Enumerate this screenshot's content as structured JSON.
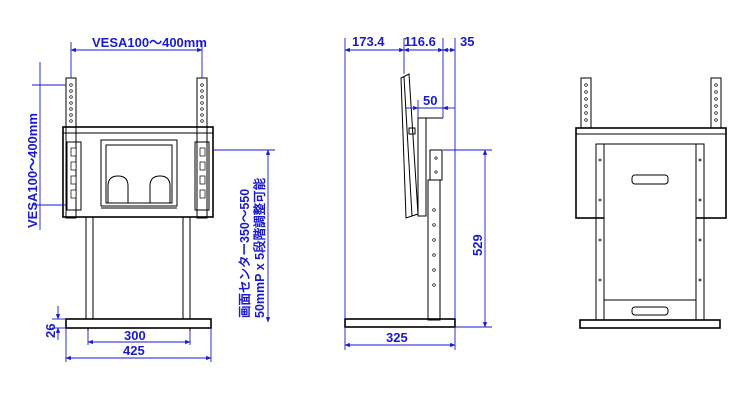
{
  "front_view": {
    "vesa_horizontal": "VESA100～400mm",
    "vesa_vertical": "VESA100～400mm",
    "height_adjust_line1": "画面センター350～550",
    "height_adjust_line2": "50mmP x 5段階調整可能",
    "base_height": "26",
    "inner_width": "300",
    "base_width": "425"
  },
  "side_view": {
    "dim_front": "173.4",
    "dim_mid": "116.6",
    "dim_rear": "35",
    "dim_offset": "50",
    "dim_height": "529",
    "dim_depth": "325"
  },
  "colors": {
    "dimension": "#1a1ad0",
    "line": "#000000"
  }
}
